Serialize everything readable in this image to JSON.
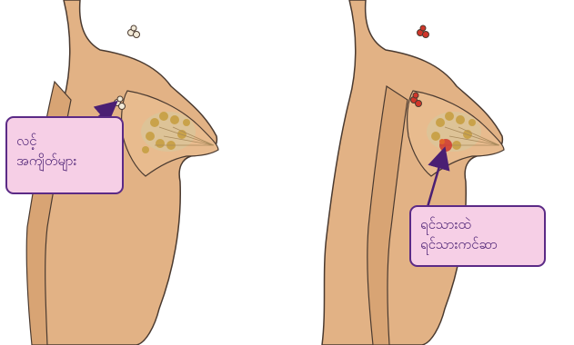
{
  "labels": {
    "left": {
      "line1": "လင့်",
      "line2": "အကျိတ်များ"
    },
    "right": {
      "line1": "ရင်သားထဲ",
      "line2": "ရင်သားကင်ဆာ"
    }
  },
  "colors": {
    "skin": "#e2b285",
    "skin_shadow": "#c58c5d",
    "outline": "#4a3a30",
    "label_fill": "#f6cfe6",
    "label_border": "#5b2a86",
    "arrow": "#4a1f73",
    "tissue": "#c9a24a",
    "lymph_normal": "#f2ead8",
    "lymph_cancer": "#d0362a"
  }
}
